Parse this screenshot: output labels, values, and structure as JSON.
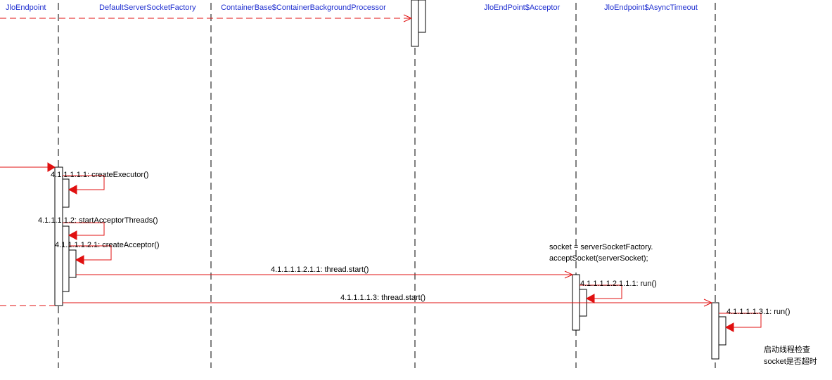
{
  "participants": [
    "JloEndpoint",
    "DefaultServerSocketFactory",
    "ContainerBase$ContainerBackgroundProcessor",
    "JloEndPoint$Acceptor",
    "JloEndpoint$AsyncTimeout"
  ],
  "messages": {
    "create_executor": "4.1.1.1.1.1: createExecutor()",
    "start_acceptor_threads": "4.1.1.1.1.2: startAcceptorThreads()",
    "create_acceptor": "4.1.1.1.1.2.1: createAcceptor()",
    "acceptor_thread_start": "4.1.1.1.1.2.1.1: thread.start()",
    "acceptor_run": "4.1.1.1.1.2.1.1.1: run()",
    "timeout_thread_start": "4.1.1.1.1.3: thread.start()",
    "timeout_run": "4.1.1.1.1.3.1: run()"
  },
  "notes": {
    "accept_socket_line1": "socket = serverSocketFactory.",
    "accept_socket_line2": "acceptSocket(serverSocket);",
    "timeout_check_line1": "启动线程检查",
    "timeout_check_line2": "socket是否超时"
  },
  "colors": {
    "participant_text": "#1f2fd0",
    "message_arrow": "#e01010",
    "lifeline": "#000000"
  }
}
